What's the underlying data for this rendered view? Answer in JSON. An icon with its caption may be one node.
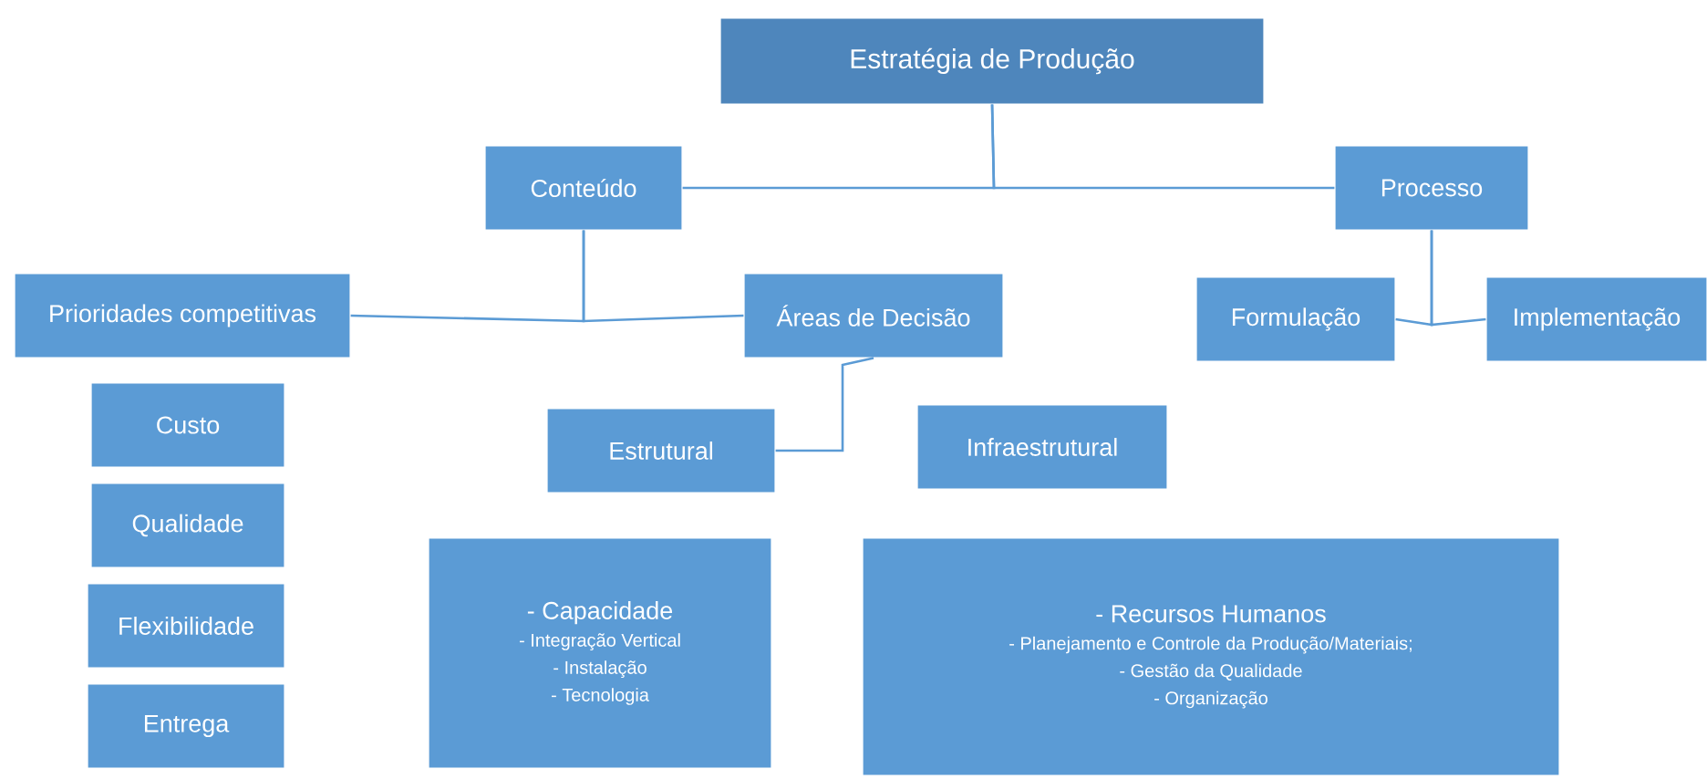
{
  "diagram": {
    "nodes": [
      {
        "text": [
          "Estratégia de Produção"
        ]
      },
      {
        "text": [
          "Conteúdo"
        ]
      },
      {
        "text": [
          "Processo"
        ]
      },
      {
        "text": [
          "Prioridades competitivas"
        ]
      },
      {
        "text": [
          "Áreas de Decisão"
        ]
      },
      {
        "text": [
          "Formulação"
        ]
      },
      {
        "text": [
          "Implementação"
        ]
      },
      {
        "text": [
          "Custo"
        ]
      },
      {
        "text": [
          "Estrutural"
        ]
      },
      {
        "text": [
          "Infraestrutural"
        ]
      },
      {
        "text": [
          "Qualidade"
        ]
      },
      {
        "text": [
          "- Capacidade",
          "- Integração Vertical",
          "- Instalação",
          "- Tecnologia"
        ]
      },
      {
        "text": [
          "- Recursos Humanos",
          "- Planejamento e Controle da Produção/Materiais;",
          "- Gestão da Qualidade",
          "- Organização"
        ]
      },
      {
        "text": [
          "Flexibilidade"
        ]
      },
      {
        "text": [
          "Entrega"
        ]
      }
    ],
    "edges": [
      {
        "from": 0,
        "to": 1,
        "arrow": "none"
      },
      {
        "from": 0,
        "to": 2,
        "arrow": "none"
      },
      {
        "from": 1,
        "to": 3,
        "arrow": "none"
      },
      {
        "from": 1,
        "to": 4,
        "arrow": "none"
      },
      {
        "from": 2,
        "to": 5,
        "arrow": "none"
      },
      {
        "from": 2,
        "to": 6,
        "arrow": "none"
      },
      {
        "from": 4,
        "to": 8,
        "arrow": "none"
      }
    ]
  }
}
